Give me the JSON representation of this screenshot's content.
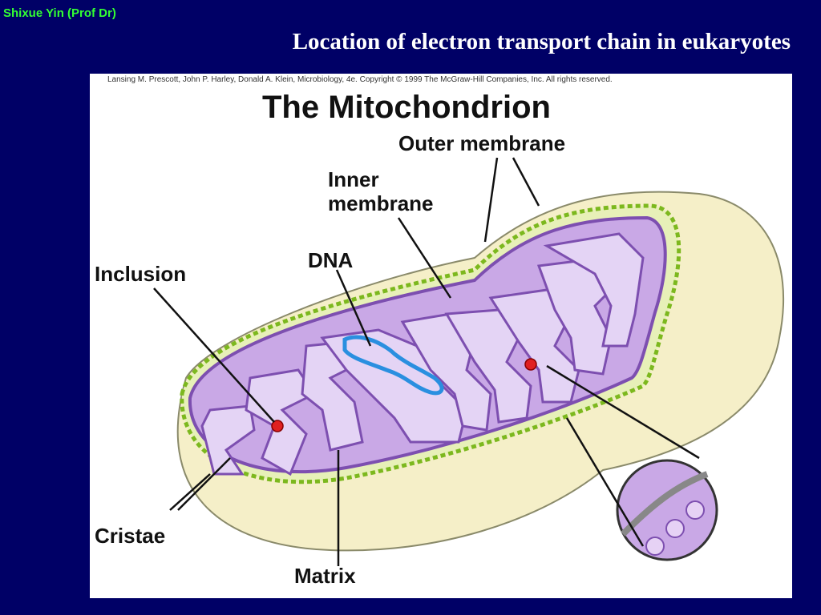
{
  "header": {
    "author": "Shixue Yin (Prof Dr)",
    "title": "Location of electron transport chain in eukaryotes"
  },
  "figure": {
    "credit": "Lansing M. Prescott, John P. Harley, Donald A. Klein, Microbiology, 4e. Copyright © 1999 The McGraw-Hill Companies, Inc. All rights reserved.",
    "title": "The Mitochondrion",
    "labels": {
      "outer_membrane": "Outer membrane",
      "inner_membrane_1": "Inner",
      "inner_membrane_2": "membrane",
      "dna": "DNA",
      "inclusion": "Inclusion",
      "cristae": "Cristae",
      "matrix": "Matrix"
    },
    "colors": {
      "background": "#000066",
      "author_text": "#33ff33",
      "outer_shell": "#f5efc8",
      "outer_membrane": "#9acd32",
      "matrix": "#c9a8e6",
      "cristae": "#9b6fc8",
      "dna": "#2a8fe0",
      "inclusion": "#e02020"
    }
  }
}
